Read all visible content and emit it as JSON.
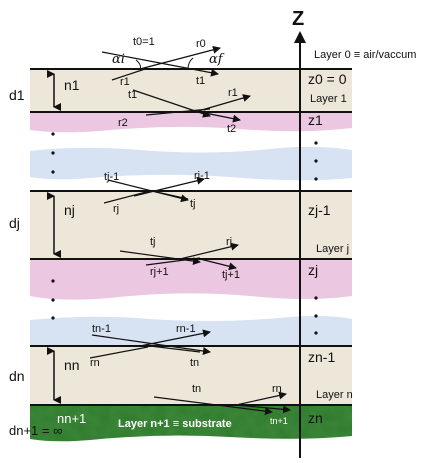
{
  "axis": {
    "label": "Z"
  },
  "layers": {
    "top_text": "Layer 0 ≡ air/vaccum",
    "layer1": "Layer 1",
    "layerj": "Layer j",
    "layern": "Layer n",
    "substrate": "Layer n+1 ≡ substrate"
  },
  "interfaces": {
    "z0": "z0 = 0",
    "z1": "z1",
    "zj1": "zj-1",
    "zj": "zj",
    "zn1": "zn-1",
    "zn": "zn"
  },
  "thickness": {
    "d1": "d1",
    "dj": "dj",
    "dn": "dn",
    "dn1": "dn+1 = ∞"
  },
  "indices": {
    "n1": "n1",
    "nj": "nj",
    "nn": "nn",
    "nn1": "nn+1"
  },
  "angles": {
    "alpha_i": "αi",
    "alpha_f": "αf"
  },
  "coefficients": {
    "t0": "t0=1",
    "r0": "r0",
    "top_t1": "t1",
    "l1_r1a": "r1",
    "l1_t1": "t1",
    "l1_r1b": "r1",
    "l1_r2": "r2",
    "l1_t2": "t2",
    "lj_tj1": "tj-1",
    "lj_rj1": "rj-1",
    "lj_rj": "rj",
    "lj_tj": "tj",
    "lj2_tj": "tj",
    "lj2_rj": "rj",
    "lj2_rj1": "rj+1",
    "lj2_tj1": "tj+1",
    "ln_tn1": "tn-1",
    "ln_rn1": "rn-1",
    "ln_rn": "rn",
    "ln_tn": "tn",
    "sub_tn": "tn",
    "sub_rn": "rn",
    "sub_tn1": "tn+1"
  },
  "colors": {
    "beige": "#ede7da",
    "pink": "#ecc7e1",
    "blue": "#d7e3f3",
    "substrate": "#2f7a2c"
  }
}
